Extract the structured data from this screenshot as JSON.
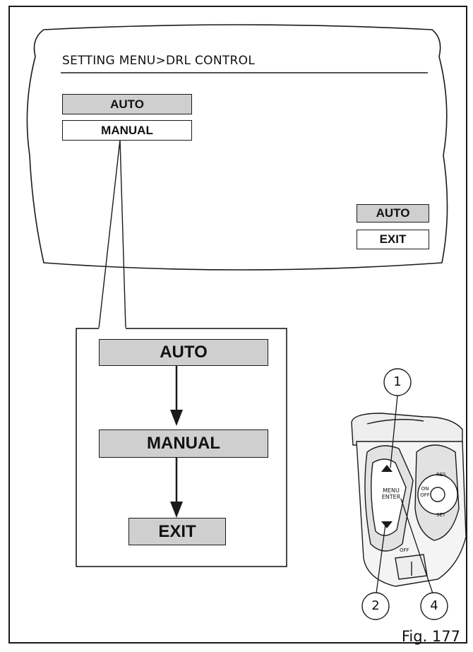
{
  "screen": {
    "title": "SETTING MENU>DRL CONTROL",
    "menu_items": [
      "AUTO",
      "MANUAL"
    ],
    "side_items": [
      "AUTO",
      "EXIT"
    ]
  },
  "flow": {
    "steps": [
      "AUTO",
      "MANUAL",
      "EXIT"
    ]
  },
  "controller": {
    "callouts": [
      "1",
      "2",
      "4"
    ],
    "button_labels": {
      "menu_enter": "MENU ENTER",
      "on_off": "ON OFF",
      "res": "RES",
      "set": "SET",
      "off": "OFF"
    }
  },
  "figure_label": "Fig. 177",
  "colors": {
    "highlight": "#cfcfcf",
    "line": "#1a1a1a"
  }
}
